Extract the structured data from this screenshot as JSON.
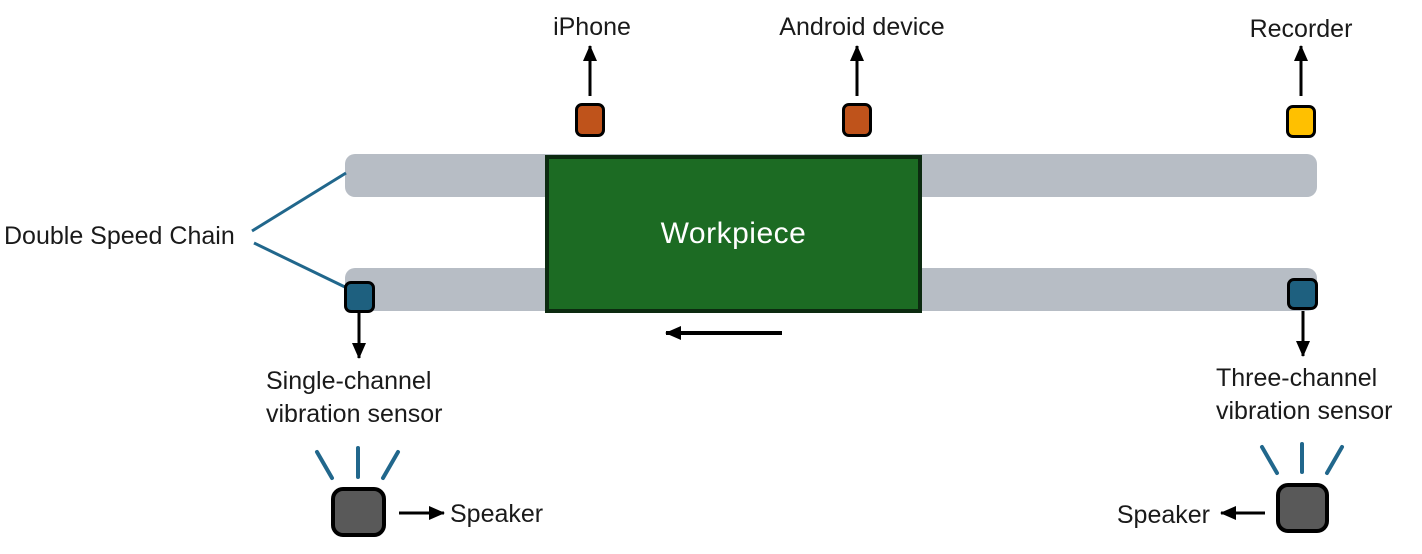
{
  "colors": {
    "background": "#ffffff",
    "rail": "#b7bdc5",
    "workpiece_fill": "#1c6b23",
    "workpiece_border": "#0c2a10",
    "device_orange": "#bf531b",
    "recorder_yellow": "#ffc000",
    "sensor_teal": "#1e607f",
    "speaker_gray": "#595959",
    "chain_line": "#21678c",
    "arrow_black": "#000000",
    "text": "#1a1a1a"
  },
  "diagram": {
    "workpiece_label": "Workpiece",
    "chain_label": "Double Speed Chain",
    "motion_direction": "left",
    "devices": [
      {
        "name": "iphone",
        "label": "iPhone"
      },
      {
        "name": "android",
        "label": "Android device"
      },
      {
        "name": "recorder",
        "label": "Recorder"
      }
    ],
    "sensors": {
      "left": {
        "line1": "Single-channel",
        "line2": "vibration sensor"
      },
      "right": {
        "line1": "Three-channel",
        "line2": "vibration sensor"
      }
    },
    "speakers": {
      "left": "Speaker",
      "right": "Speaker"
    }
  }
}
